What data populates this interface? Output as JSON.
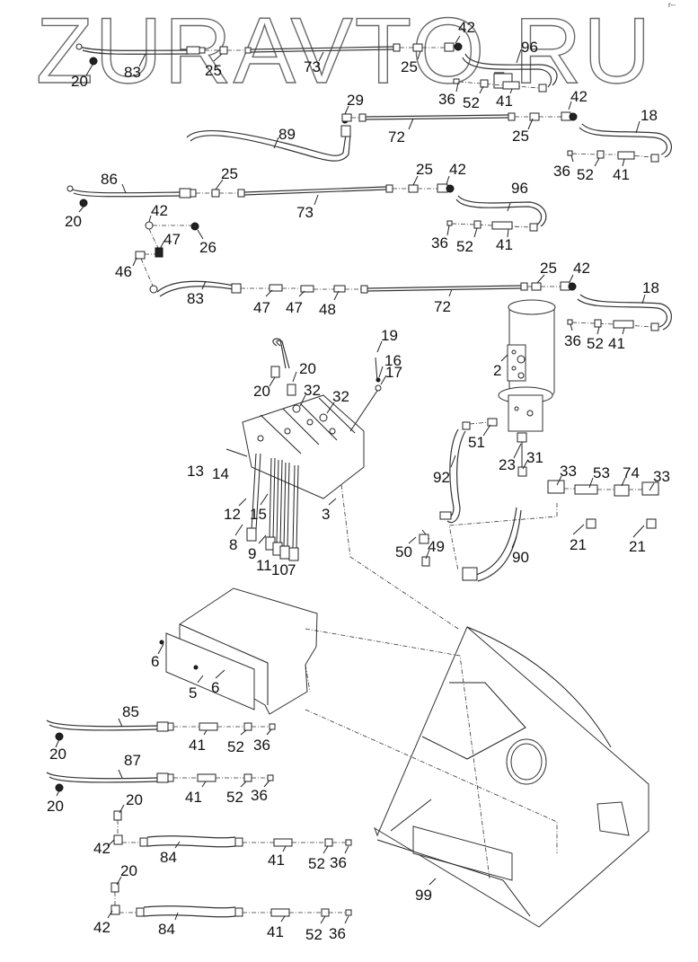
{
  "watermark": "ZURAVTO.RU",
  "corner_mark": "r--",
  "diagram": {
    "type": "exploded-parts-diagram",
    "subject": "hydraulic hose and valve assembly",
    "callouts": [
      {
        "id": "c1",
        "label": "20"
      },
      {
        "id": "c2",
        "label": "83"
      },
      {
        "id": "c3",
        "label": "25"
      },
      {
        "id": "c4",
        "label": "73"
      },
      {
        "id": "c5",
        "label": "25"
      },
      {
        "id": "c6",
        "label": "42"
      },
      {
        "id": "c7",
        "label": "96"
      },
      {
        "id": "c8",
        "label": "36"
      },
      {
        "id": "c9",
        "label": "52"
      },
      {
        "id": "c10",
        "label": "41"
      },
      {
        "id": "c11",
        "label": "29"
      },
      {
        "id": "c12",
        "label": "42"
      },
      {
        "id": "c13",
        "label": "18"
      },
      {
        "id": "c14",
        "label": "89"
      },
      {
        "id": "c15",
        "label": "72"
      },
      {
        "id": "c16",
        "label": "25"
      },
      {
        "id": "c17",
        "label": "36"
      },
      {
        "id": "c18",
        "label": "52"
      },
      {
        "id": "c19",
        "label": "41"
      },
      {
        "id": "c20",
        "label": "25"
      },
      {
        "id": "c21",
        "label": "86"
      },
      {
        "id": "c22",
        "label": "25"
      },
      {
        "id": "c23",
        "label": "42"
      },
      {
        "id": "c24",
        "label": "20"
      },
      {
        "id": "c25",
        "label": "73"
      },
      {
        "id": "c26",
        "label": "96"
      },
      {
        "id": "c27",
        "label": "42"
      },
      {
        "id": "c28",
        "label": "26"
      },
      {
        "id": "c29",
        "label": "47"
      },
      {
        "id": "c30",
        "label": "36"
      },
      {
        "id": "c31",
        "label": "52"
      },
      {
        "id": "c32",
        "label": "41"
      },
      {
        "id": "c33",
        "label": "46"
      },
      {
        "id": "c34",
        "label": "83"
      },
      {
        "id": "c35",
        "label": "47"
      },
      {
        "id": "c36",
        "label": "47"
      },
      {
        "id": "c37",
        "label": "48"
      },
      {
        "id": "c38",
        "label": "72"
      },
      {
        "id": "c39",
        "label": "25"
      },
      {
        "id": "c40",
        "label": "42"
      },
      {
        "id": "c41",
        "label": "18"
      },
      {
        "id": "c42",
        "label": "36"
      },
      {
        "id": "c43",
        "label": "52"
      },
      {
        "id": "c44",
        "label": "41"
      },
      {
        "id": "c45",
        "label": "19"
      },
      {
        "id": "c46",
        "label": "16"
      },
      {
        "id": "c47",
        "label": "17"
      },
      {
        "id": "c48",
        "label": "20"
      },
      {
        "id": "c49",
        "label": "20"
      },
      {
        "id": "c50",
        "label": "32"
      },
      {
        "id": "c51",
        "label": "32"
      },
      {
        "id": "c52",
        "label": "2"
      },
      {
        "id": "c53",
        "label": "13"
      },
      {
        "id": "c54",
        "label": "14"
      },
      {
        "id": "c55",
        "label": "51"
      },
      {
        "id": "c56",
        "label": "92"
      },
      {
        "id": "c57",
        "label": "23"
      },
      {
        "id": "c58",
        "label": "31"
      },
      {
        "id": "c59",
        "label": "33"
      },
      {
        "id": "c60",
        "label": "53"
      },
      {
        "id": "c61",
        "label": "74"
      },
      {
        "id": "c62",
        "label": "33"
      },
      {
        "id": "c63",
        "label": "12"
      },
      {
        "id": "c64",
        "label": "15"
      },
      {
        "id": "c65",
        "label": "3"
      },
      {
        "id": "c66",
        "label": "8"
      },
      {
        "id": "c67",
        "label": "9"
      },
      {
        "id": "c68",
        "label": "11"
      },
      {
        "id": "c69",
        "label": "10"
      },
      {
        "id": "c70",
        "label": "7"
      },
      {
        "id": "c71",
        "label": "50"
      },
      {
        "id": "c72",
        "label": "49"
      },
      {
        "id": "c73",
        "label": "90"
      },
      {
        "id": "c74",
        "label": "21"
      },
      {
        "id": "c75",
        "label": "21"
      },
      {
        "id": "c76",
        "label": "6"
      },
      {
        "id": "c77",
        "label": "6"
      },
      {
        "id": "c78",
        "label": "5"
      },
      {
        "id": "c79",
        "label": "85"
      },
      {
        "id": "c80",
        "label": "20"
      },
      {
        "id": "c81",
        "label": "41"
      },
      {
        "id": "c82",
        "label": "52"
      },
      {
        "id": "c83",
        "label": "36"
      },
      {
        "id": "c84",
        "label": "87"
      },
      {
        "id": "c85",
        "label": "20"
      },
      {
        "id": "c86",
        "label": "41"
      },
      {
        "id": "c87",
        "label": "52"
      },
      {
        "id": "c88",
        "label": "36"
      },
      {
        "id": "c89",
        "label": "20"
      },
      {
        "id": "c90",
        "label": "42"
      },
      {
        "id": "c91",
        "label": "84"
      },
      {
        "id": "c92",
        "label": "41"
      },
      {
        "id": "c93",
        "label": "52"
      },
      {
        "id": "c94",
        "label": "36"
      },
      {
        "id": "c95",
        "label": "20"
      },
      {
        "id": "c96",
        "label": "42"
      },
      {
        "id": "c97",
        "label": "84"
      },
      {
        "id": "c98",
        "label": "41"
      },
      {
        "id": "c99",
        "label": "52"
      },
      {
        "id": "c100",
        "label": "36"
      },
      {
        "id": "c101",
        "label": "99"
      }
    ]
  }
}
